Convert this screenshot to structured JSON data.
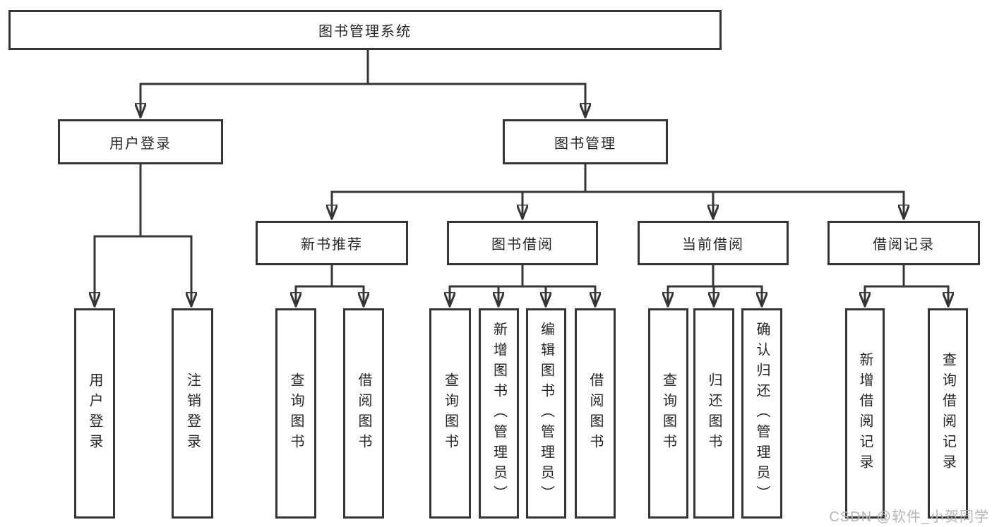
{
  "title": "图书管理系统",
  "tree": {
    "root": {
      "label": "图书管理系统"
    },
    "level2": [
      {
        "label": "用户登录",
        "parent": "图书管理系统"
      },
      {
        "label": "图书管理",
        "parent": "图书管理系统"
      }
    ],
    "level3": [
      {
        "label": "新书推荐",
        "parent": "图书管理"
      },
      {
        "label": "图书借阅",
        "parent": "图书管理"
      },
      {
        "label": "当前借阅",
        "parent": "图书管理"
      },
      {
        "label": "借阅记录",
        "parent": "图书管理"
      }
    ],
    "leaves": [
      {
        "label": "用户登录",
        "parent": "用户登录"
      },
      {
        "label": "注销登录",
        "parent": "用户登录"
      },
      {
        "label": "查询图书",
        "parent": "新书推荐"
      },
      {
        "label": "借阅图书",
        "parent": "新书推荐"
      },
      {
        "label": "查询图书",
        "parent": "图书借阅"
      },
      {
        "label": "新增图书（管理员）",
        "parent": "图书借阅"
      },
      {
        "label": "编辑图书（管理员）",
        "parent": "图书借阅"
      },
      {
        "label": "借阅图书",
        "parent": "图书借阅"
      },
      {
        "label": "查询图书",
        "parent": "当前借阅"
      },
      {
        "label": "归还图书",
        "parent": "当前借阅"
      },
      {
        "label": "确认归还（管理员）",
        "parent": "当前借阅"
      },
      {
        "label": "新增借阅记录",
        "parent": "借阅记录"
      },
      {
        "label": "查询借阅记录",
        "parent": "借阅记录"
      }
    ]
  },
  "watermark": {
    "text": "CSDN @软件_小贺同学"
  },
  "colors": {
    "line": "#353535",
    "text": "#262626",
    "box_bg": "#ffffff",
    "watermark": "#b5b5b5",
    "background": "#ffffff"
  }
}
